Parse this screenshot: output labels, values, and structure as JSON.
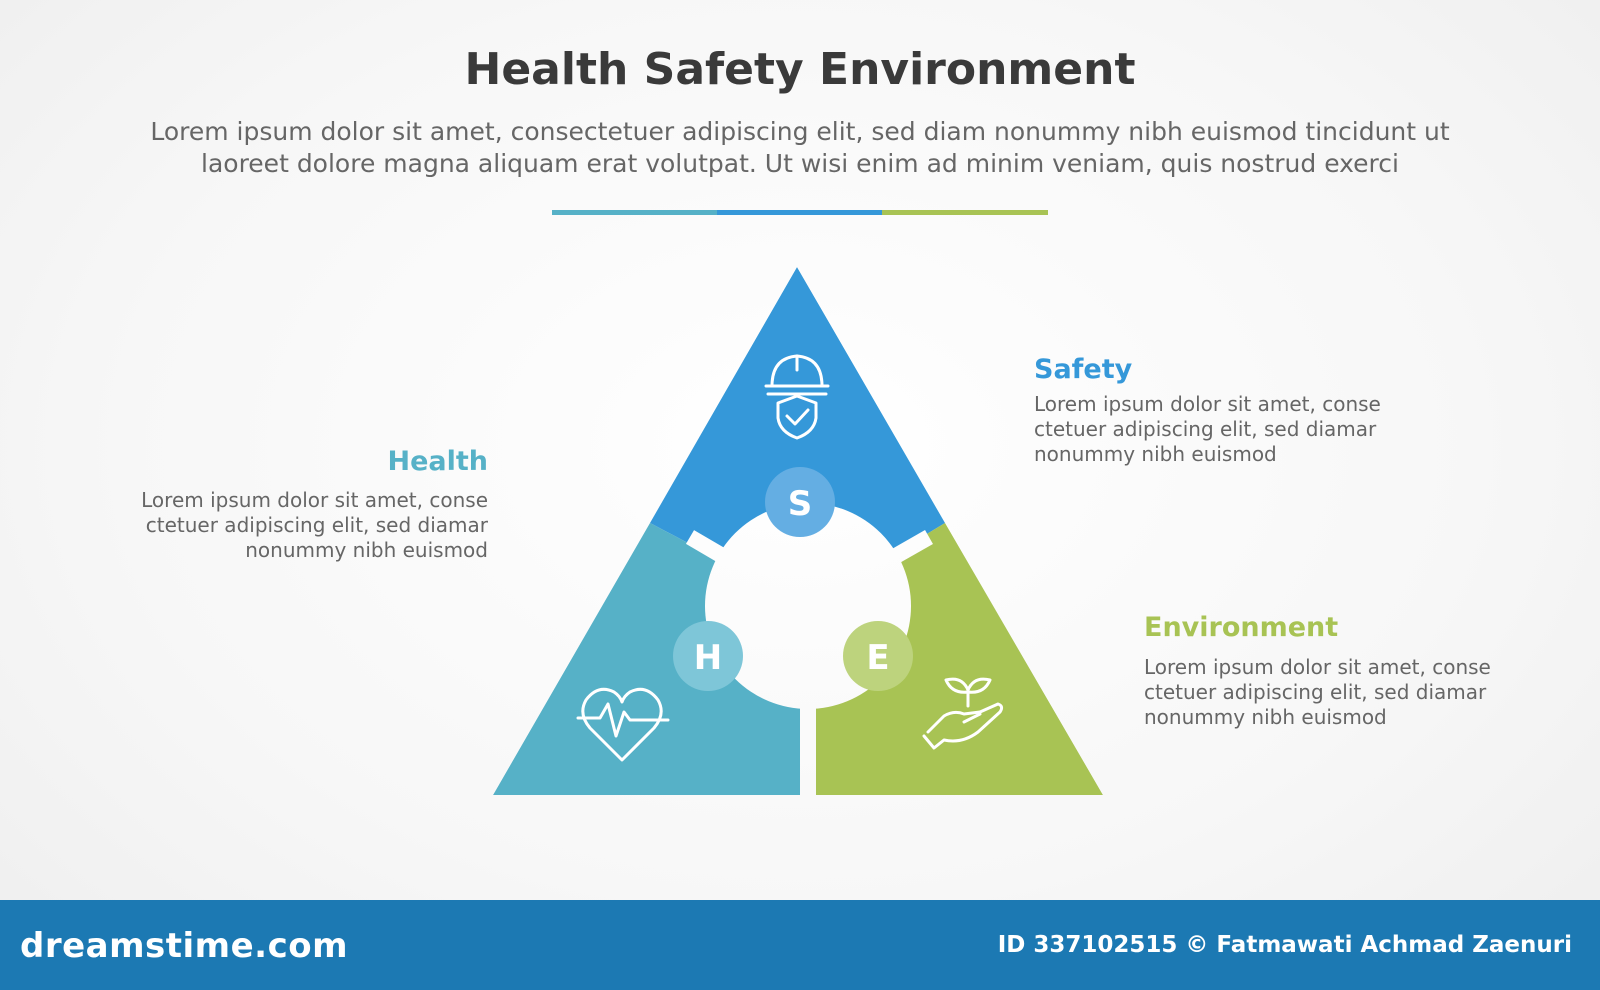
{
  "header": {
    "title": "Health Safety Environment",
    "subtitle": "Lorem ipsum dolor sit amet, consectetuer adipiscing elit, sed diam nonummy nibh euismod tincidunt ut laoreet dolore magna aliquam erat volutpat. Ut wisi enim ad minim veniam, quis nostrud exerci"
  },
  "colors": {
    "health": "#56b1c7",
    "safety": "#3598d9",
    "environment": "#a8c354",
    "health_badge": "#7ec6d8",
    "safety_badge": "#64aee3",
    "environment_badge": "#bdd37d",
    "footer": "#1c79b3"
  },
  "segments": {
    "safety": {
      "letter": "S",
      "title": "Safety",
      "description": "Lorem ipsum dolor sit amet, conse\nctetuer adipiscing elit, sed diamar\nnonummy nibh euismod",
      "icon": "hard-hat-shield-icon"
    },
    "health": {
      "letter": "H",
      "title": "Health",
      "description": "Lorem ipsum dolor sit amet, conse\nctetuer adipiscing elit, sed diamar\nnonummy nibh euismod",
      "icon": "heart-pulse-icon"
    },
    "environment": {
      "letter": "E",
      "title": "Environment",
      "description": "Lorem ipsum dolor sit amet, conse\nctetuer adipiscing elit, sed diamar\nnonummy nibh euismod",
      "icon": "hand-plant-icon"
    }
  },
  "footer": {
    "brand": "dreamstime.com",
    "credit": "ID 337102515 © Fatmawati  Achmad Zaenuri"
  }
}
